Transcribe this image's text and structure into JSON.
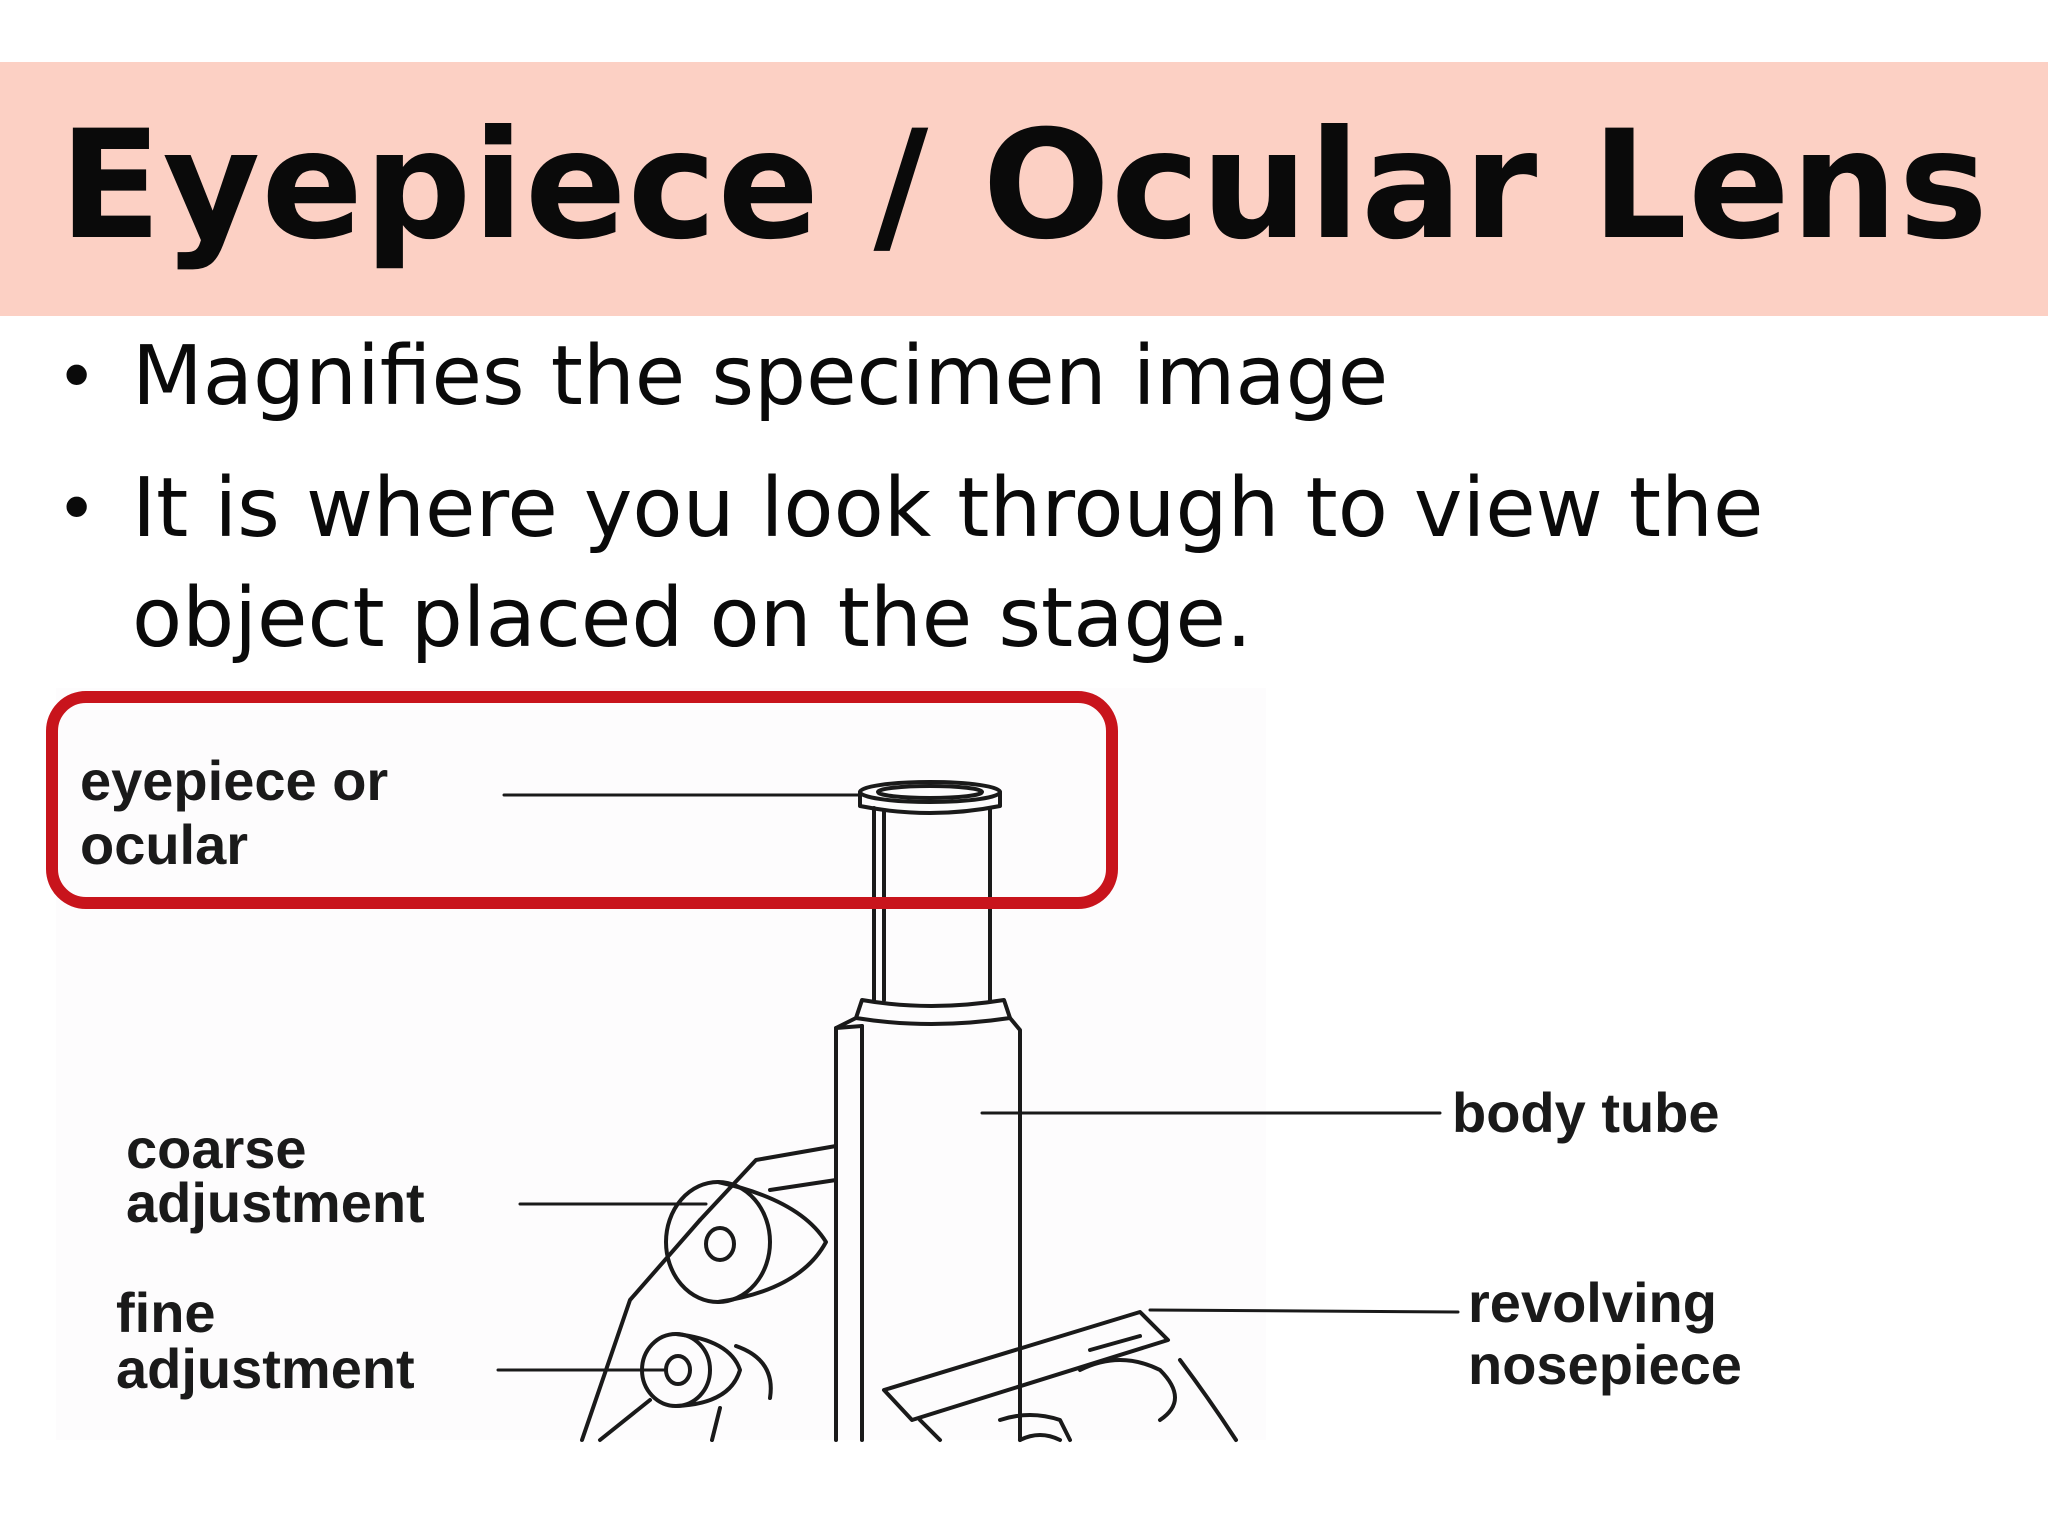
{
  "slide": {
    "title": "Eyepiece / Ocular Lens",
    "bullet_symbol": "•",
    "bullets": [
      {
        "lines": [
          "Magnifies the specimen image"
        ]
      },
      {
        "lines": [
          "It is where you look through to view the",
          "object placed on the stage."
        ]
      }
    ]
  },
  "diagram": {
    "labels": {
      "eyepiece_line1": "eyepiece or",
      "eyepiece_line2": "ocular",
      "coarse_line1": "coarse",
      "coarse_line2": "adjustment",
      "fine_line1": "fine",
      "fine_line2": "adjustment",
      "body_tube": "body tube",
      "nosepiece_line1": "revolving",
      "nosepiece_line2": "nosepiece"
    },
    "highlight_color": "#c8141c",
    "line_color": "#1a1a1a"
  },
  "colors": {
    "title_band": "#fcd0c4",
    "text": "#0a0a0a",
    "background": "#ffffff"
  }
}
